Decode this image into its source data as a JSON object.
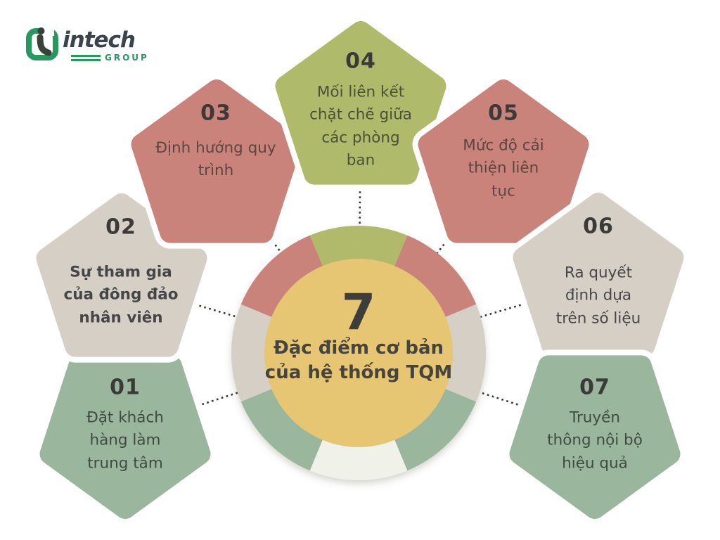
{
  "logo": {
    "brand": "intech",
    "group": "GROUP"
  },
  "center": {
    "number": "7",
    "title_lines": [
      "Đặc điểm cơ bản",
      "của hệ thống TQM"
    ]
  },
  "items": [
    {
      "number": "01",
      "label_lines": [
        "Đặt khách",
        "hàng làm",
        "trung tâm"
      ],
      "color": "#9ab69c"
    },
    {
      "number": "02",
      "label_lines": [
        "Sự tham gia",
        "của đông đảo",
        "nhân viên"
      ],
      "color": "#d5cfc6"
    },
    {
      "number": "03",
      "label_lines": [
        "Định hướng quy",
        "trình"
      ],
      "color": "#c9837a"
    },
    {
      "number": "04",
      "label_lines": [
        "Mối liên kết",
        "chặt chẽ giữa",
        "các phòng",
        "ban"
      ],
      "color": "#b0ba6b"
    },
    {
      "number": "05",
      "label_lines": [
        "Mức độ cải",
        "thiện liên",
        "tục"
      ],
      "color": "#c9837a"
    },
    {
      "number": "06",
      "label_lines": [
        "Ra quyết",
        "định dựa",
        "trên số liệu"
      ],
      "color": "#d5cfc6"
    },
    {
      "number": "07",
      "label_lines": [
        "Truyền",
        "thông nội bộ",
        "hiệu quả"
      ],
      "color": "#9ab69c"
    }
  ],
  "ring": {
    "center_fill": "#e6c672",
    "segments": [
      "#b0ba6b",
      "#c9837a",
      "#d5cfc6",
      "#9ab69c",
      "#f0f2ea",
      "#9ab69c",
      "#d5cfc6",
      "#c9837a"
    ]
  },
  "connector_color": "#33332f",
  "background": "#ffffff"
}
